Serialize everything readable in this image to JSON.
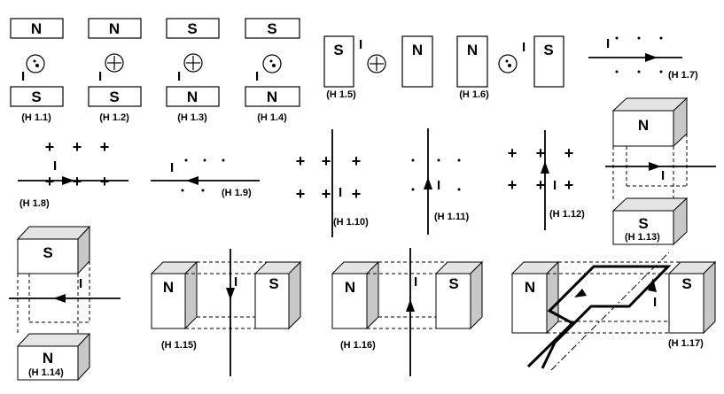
{
  "poles": {
    "north": "N",
    "south": "S"
  },
  "current_label": "I",
  "field_symbols": {
    "into_page": "+",
    "out_of_page": "."
  },
  "captions": [
    "(H 1.1)",
    "(H 1.2)",
    "(H 1.3)",
    "(H 1.4)",
    "(H 1.5)",
    "(H 1.6)",
    "(H 1.7)",
    "(H 1.8)",
    "(H 1.9)",
    "(H 1.10)",
    "(H 1.11)",
    "(H 1.12)",
    "(H 1.13)",
    "(H 1.14)",
    "(H 1.15)",
    "(H 1.16)",
    "(H 1.17)"
  ],
  "colors": {
    "ink": "#000000",
    "box_side": "#c8c8c8",
    "box_top": "#e4e4e4",
    "box_front": "#ffffff"
  }
}
